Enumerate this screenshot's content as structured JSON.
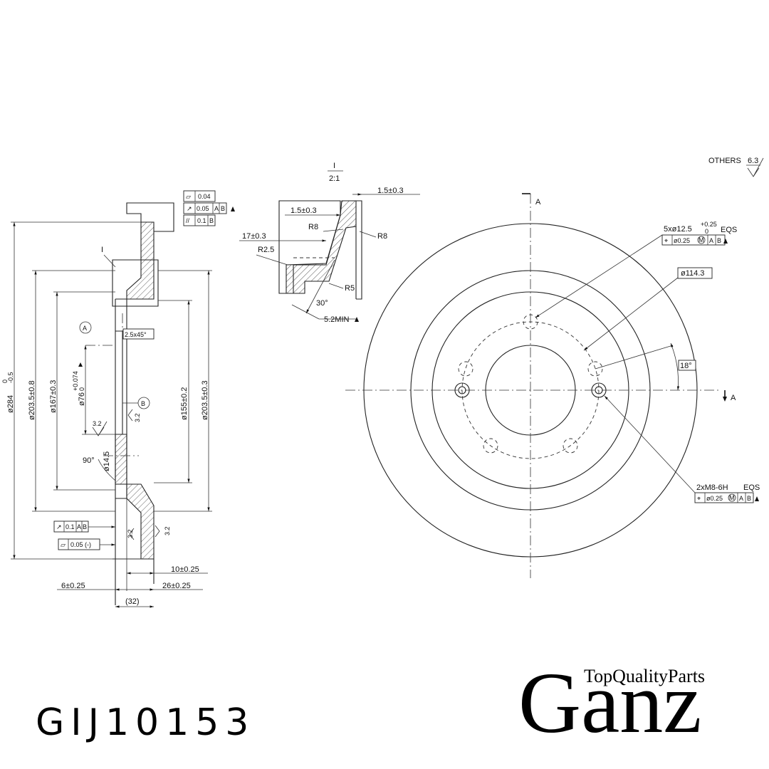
{
  "part_number": "GIJ10153",
  "brand": {
    "name": "Ganz",
    "slogan": "TopQualityParts"
  },
  "surface_finish_general": {
    "label": "OTHERS",
    "value": "6.3"
  },
  "section_view": {
    "label": "A"
  },
  "detail_view": {
    "id": "I",
    "scale": "2:1",
    "dims": {
      "outer_step": "1.5±0.3",
      "inner_step": "1.5±0.3",
      "radius_r8_a": "R8",
      "radius_r8_b": "R8",
      "width": "17±0.3",
      "radius_r25": "R2.5",
      "radius_r5": "R5",
      "angle": "30°",
      "min_thickness": "5.2MIN"
    }
  },
  "side_view": {
    "diameters": {
      "outer": "ø284",
      "outer_tol_upper": "0",
      "outer_tol_lower": "-0.5",
      "braking_1": "ø203.5±0.8",
      "hub": "ø167±0.3",
      "center": "ø76",
      "center_tol_upper": "+0.074",
      "center_tol_lower": "0",
      "pilot": "ø155±0.2",
      "braking_2": "ø203.5±0.3",
      "hole": "ø14.5"
    },
    "chamfer": "2.5x45°",
    "hole_angle": "90°",
    "roughness_a": "3.2",
    "roughness_b": "3.2",
    "roughness_c": "3.2",
    "roughness_d": "3.2",
    "datum_a": "A",
    "datum_b": "B",
    "detail_marker": "I",
    "thickness_main": "26±0.25",
    "thickness_disc": "10±0.25",
    "thickness_hat": "6±0.25",
    "total_height": "(32)",
    "top_fcf": [
      {
        "symbol": "▱",
        "value": "0.04",
        "refs": []
      },
      {
        "symbol": "↗",
        "value": "0.05",
        "refs": [
          "A",
          "B"
        ]
      },
      {
        "symbol": "//",
        "value": "0.1",
        "refs": [
          "B"
        ]
      }
    ],
    "runout_fcf": {
      "symbol": "↗",
      "value": "0.1",
      "refs": [
        "A",
        "B"
      ]
    },
    "flatness_fcf": {
      "symbol": "▱",
      "value": "0.05 (-)"
    }
  },
  "front_view": {
    "bolt_holes": {
      "spec_main": "5xø12.5",
      "tol_upper": "+0.25",
      "tol_lower": "0",
      "suffix": "EQS",
      "position": "ø0.25",
      "modifier": "M",
      "refs": [
        "A",
        "B"
      ]
    },
    "pcd": "ø114.3",
    "angle": "18°",
    "threads": {
      "spec": "2xM8-6H",
      "suffix": "EQS",
      "position": "ø0.25",
      "modifier": "M",
      "refs": [
        "A",
        "B"
      ]
    }
  }
}
